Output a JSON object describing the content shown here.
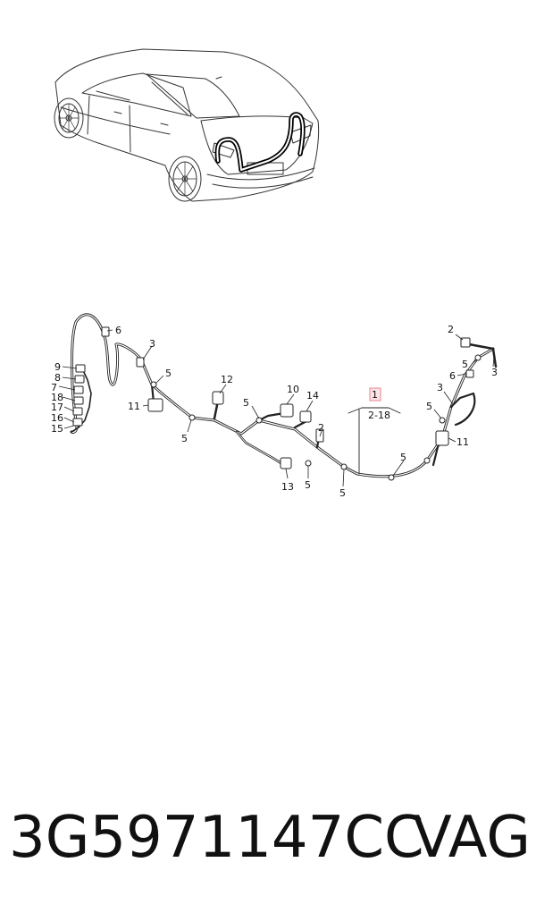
{
  "diagram": {
    "callout_main": "1",
    "callout_range": "2-18",
    "labels": {
      "l6a": "6",
      "l3a": "3",
      "l5a": "5",
      "l9": "9",
      "l8": "8",
      "l7": "7",
      "l18": "18",
      "l17": "17",
      "l16": "16",
      "l15": "15",
      "l11a": "11",
      "l5b": "5",
      "l12": "12",
      "l5c": "5",
      "l10": "10",
      "l14": "14",
      "l2a": "2",
      "l13": "13",
      "l5d": "5",
      "l5e": "5",
      "l5f": "5",
      "l2b": "2",
      "l5g": "5",
      "l3b": "3",
      "l6b": "6",
      "l3c": "3",
      "l5h": "5",
      "l11b": "11"
    }
  },
  "footer": {
    "part_number": "3G5971147CC",
    "brand": "VAG"
  },
  "colors": {
    "line": "#222222",
    "highlight": "#e06d7c",
    "highlight_fill": "#fbe3e6"
  }
}
